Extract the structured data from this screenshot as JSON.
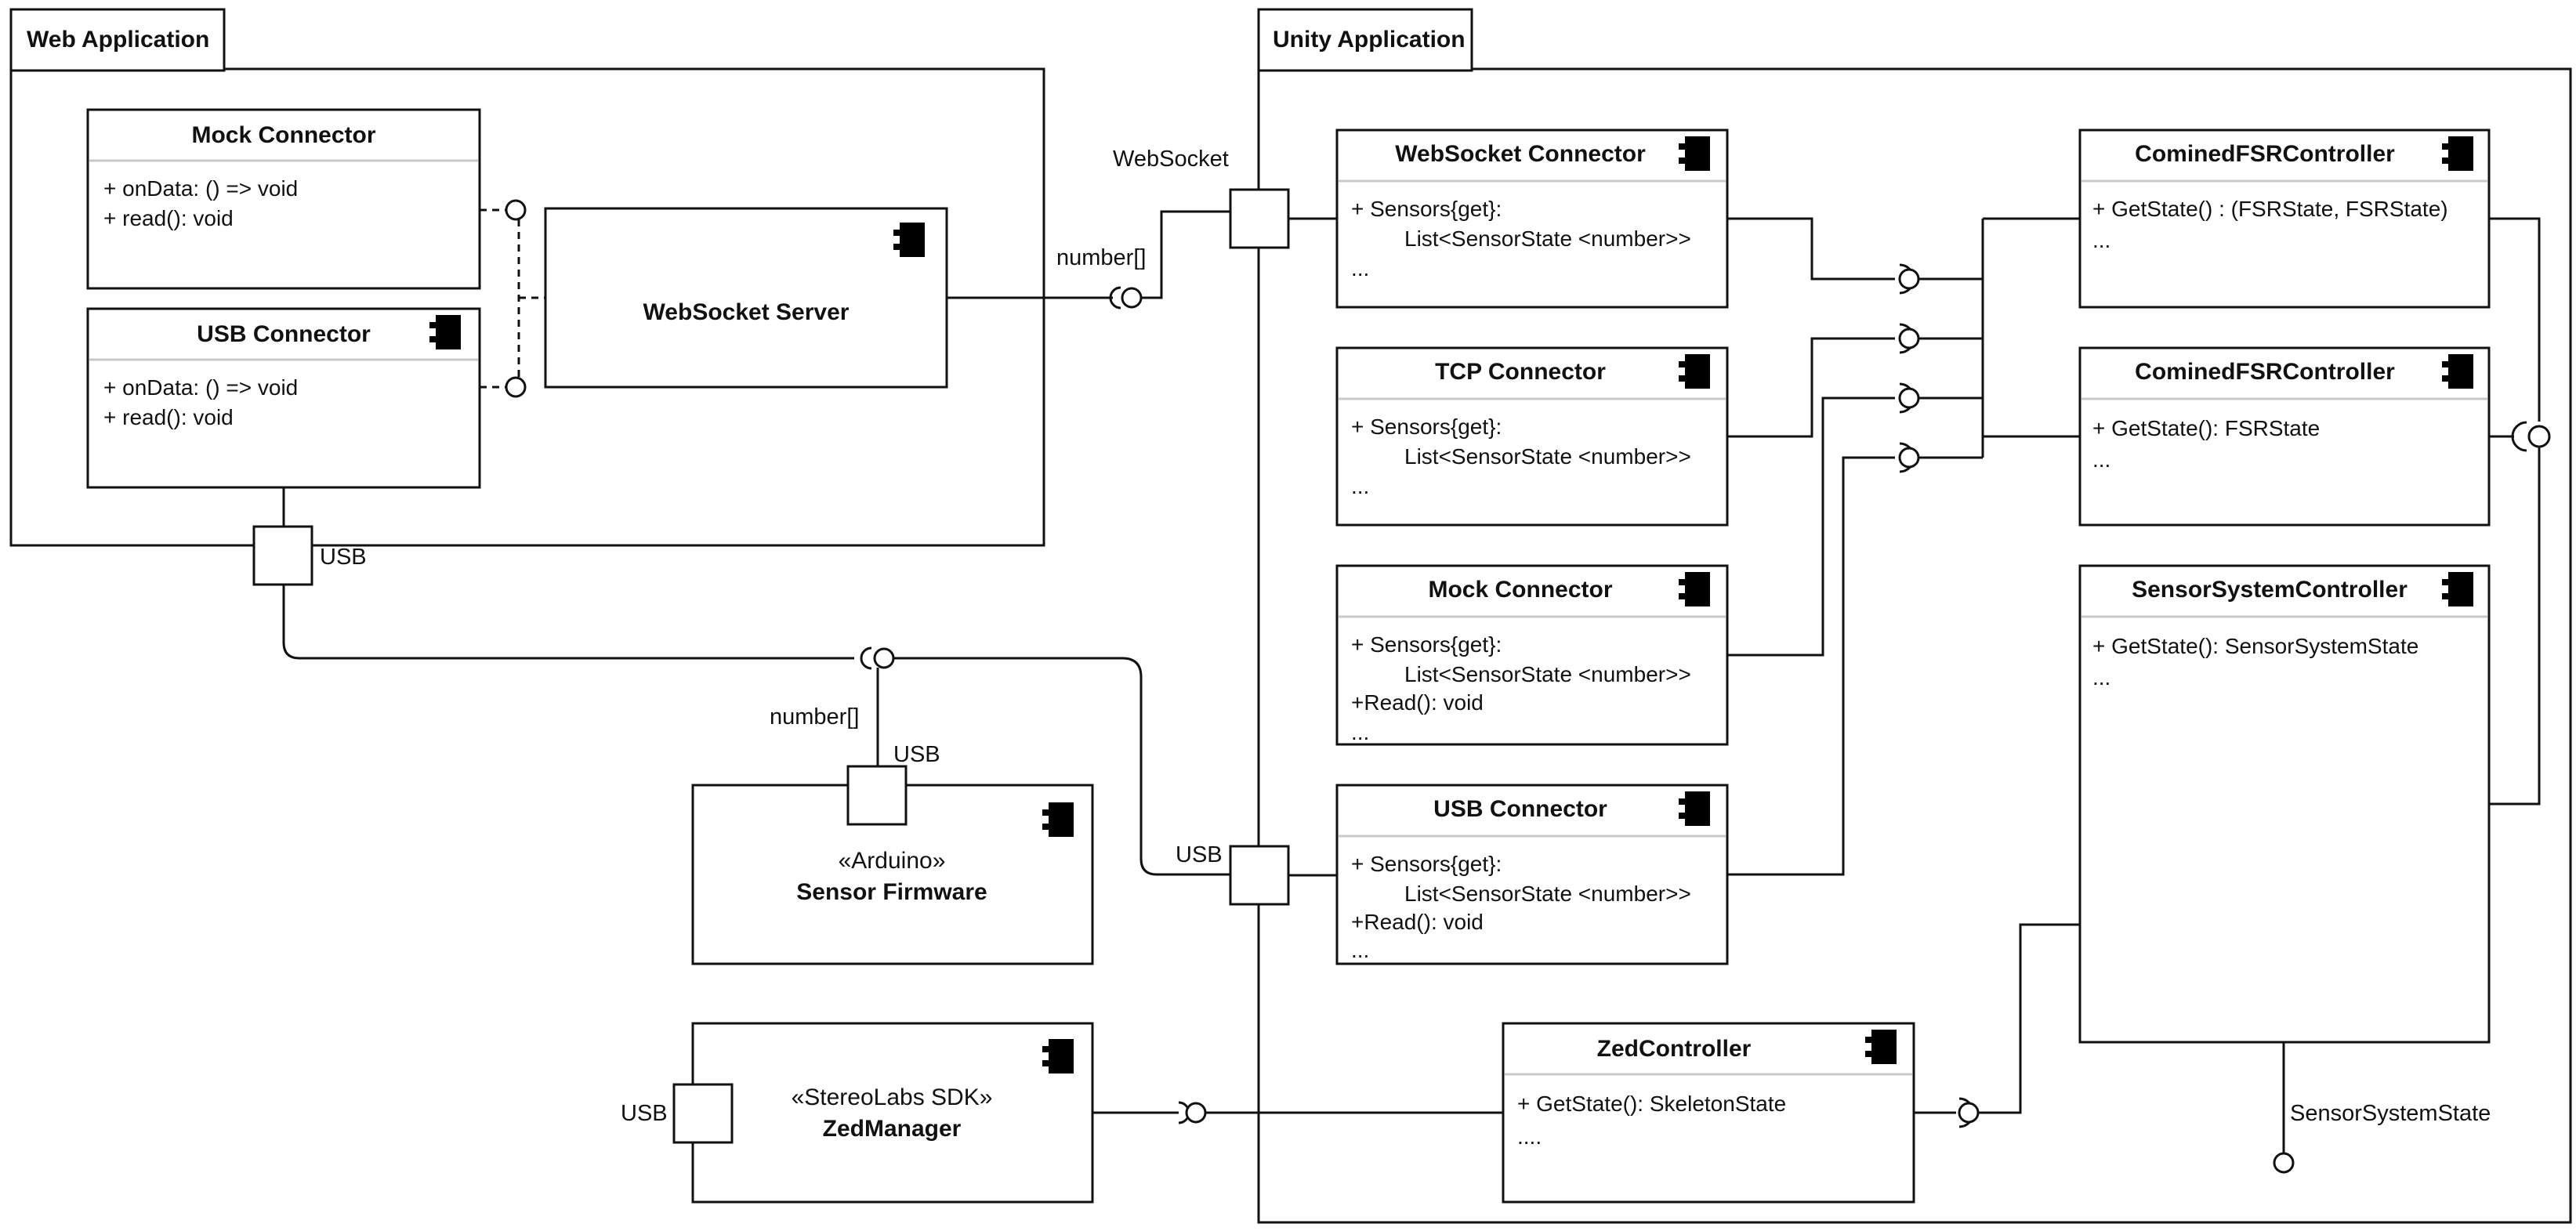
{
  "packages": {
    "web": {
      "title": "Web Application"
    },
    "unity": {
      "title": "Unity Application"
    }
  },
  "web_components": {
    "mock_connector": {
      "title": "Mock Connector",
      "members": [
        "+ onData: () => void",
        "+ read(): void"
      ]
    },
    "usb_connector": {
      "title": "USB Connector",
      "members": [
        "+ onData: () => void",
        "+ read(): void"
      ]
    },
    "websocket_server": {
      "title": "WebSocket Server"
    }
  },
  "unity_components": {
    "websocket_connector": {
      "title": "WebSocket Connector",
      "members": [
        "+ Sensors{get}:",
        "List<SensorState <number>>",
        "..."
      ]
    },
    "tcp_connector": {
      "title": "TCP Connector",
      "members": [
        "+ Sensors{get}:",
        "List<SensorState <number>>",
        "..."
      ]
    },
    "mock_connector": {
      "title": "Mock Connector",
      "members": [
        "+ Sensors{get}:",
        "List<SensorState <number>>",
        "+Read(): void",
        "..."
      ]
    },
    "usb_connector": {
      "title": "USB Connector",
      "members": [
        "+ Sensors{get}:",
        "List<SensorState <number>>",
        "+Read(): void",
        "..."
      ]
    },
    "combined_fsr_controller_1": {
      "title": "CominedFSRController",
      "members": [
        "+ GetState() : (FSRState, FSRState)",
        "..."
      ]
    },
    "combined_fsr_controller_2": {
      "title": "CominedFSRController",
      "members": [
        "+ GetState(): FSRState",
        "..."
      ]
    },
    "sensor_system_controller": {
      "title": "SensorSystemController",
      "members": [
        "+ GetState(): SensorSystemState",
        "..."
      ]
    },
    "zed_controller": {
      "title": "ZedController",
      "members": [
        "+ GetState(): SkeletonState",
        "...."
      ]
    }
  },
  "external_components": {
    "sensor_firmware": {
      "stereotype": "«Arduino»",
      "title": "Sensor Firmware"
    },
    "zed_manager": {
      "stereotype": "«StereoLabs SDK»",
      "title": "ZedManager"
    }
  },
  "labels": {
    "websocket_port": "WebSocket",
    "number_array_ws": "number[]",
    "usb_web_port": "USB",
    "number_array_usb": "number[]",
    "usb_firmware_port": "USB",
    "usb_unity_port": "USB",
    "usb_zed_port": "USB",
    "sensor_system_state": "SensorSystemState"
  }
}
